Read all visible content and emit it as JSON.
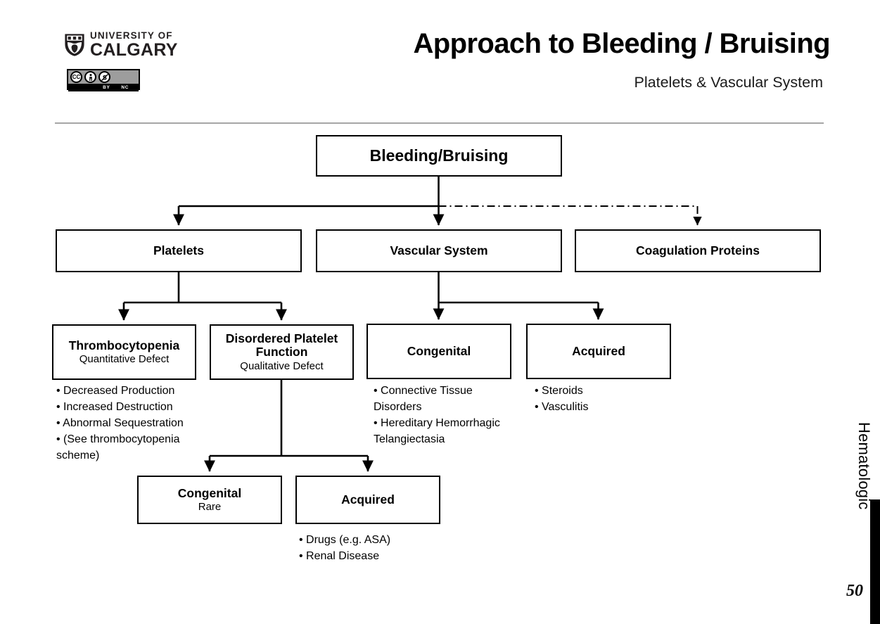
{
  "header": {
    "logo": {
      "institution_line1": "UNIVERSITY OF",
      "institution_line2": "CALGARY",
      "shield_icon": "uofc-shield-icon"
    },
    "license_badge": {
      "cc_mark": "CC",
      "by_label": "BY",
      "nc_label": "NC",
      "person_icon": "cc-by-person-icon",
      "nc_icon": "cc-nc-dollar-slash-icon"
    },
    "title": "Approach to Bleeding / Bruising",
    "subtitle": "Platelets & Vascular System",
    "rule_color": "#a6a6a6"
  },
  "chart_data": {
    "type": "diagram",
    "title": "Approach to Bleeding / Bruising",
    "nodes": [
      {
        "id": "root",
        "title": "Bleeding/Bruising",
        "sub": ""
      },
      {
        "id": "platelets",
        "title": "Platelets",
        "sub": ""
      },
      {
        "id": "vascular",
        "title": "Vascular System",
        "sub": ""
      },
      {
        "id": "coag",
        "title": "Coagulation Proteins",
        "sub": ""
      },
      {
        "id": "thrombo",
        "title": "Thrombocytopenia",
        "sub": "Quantitative Defect"
      },
      {
        "id": "dpf",
        "title": "Disordered Platelet Function",
        "sub": "Qualitative Defect"
      },
      {
        "id": "vasc_cong",
        "title": "Congenital",
        "sub": ""
      },
      {
        "id": "vasc_acq",
        "title": "Acquired",
        "sub": ""
      },
      {
        "id": "plt_cong",
        "title": "Congenital",
        "sub": "Rare"
      },
      {
        "id": "plt_acq",
        "title": "Acquired",
        "sub": ""
      }
    ],
    "edges": [
      {
        "from": "root",
        "to": "platelets",
        "style": "solid"
      },
      {
        "from": "root",
        "to": "vascular",
        "style": "solid"
      },
      {
        "from": "root",
        "to": "coag",
        "style": "dash-dot"
      },
      {
        "from": "platelets",
        "to": "thrombo",
        "style": "solid"
      },
      {
        "from": "platelets",
        "to": "dpf",
        "style": "solid"
      },
      {
        "from": "vascular",
        "to": "vasc_cong",
        "style": "solid"
      },
      {
        "from": "vascular",
        "to": "vasc_acq",
        "style": "solid"
      },
      {
        "from": "dpf",
        "to": "plt_cong",
        "style": "solid"
      },
      {
        "from": "dpf",
        "to": "plt_acq",
        "style": "solid"
      }
    ],
    "bullet_groups": {
      "thrombo": [
        "• Decreased Production",
        "• Increased Destruction",
        "• Abnormal Sequestration",
        "• (See thrombocytopenia scheme)"
      ],
      "vasc_cong": [
        "• Connective Tissue Disorders",
        "• Hereditary Hemorrhagic Telangiectasia"
      ],
      "vasc_acq": [
        "• Steroids",
        "• Vasculitis"
      ],
      "plt_acq": [
        "• Drugs (e.g. ASA)",
        "• Renal Disease"
      ]
    },
    "line_color": "#000000",
    "node_fill": "#ffffff",
    "node_border": "#000000"
  },
  "nodes": {
    "root": {
      "title": "Bleeding/Bruising"
    },
    "platelets": {
      "title": "Platelets"
    },
    "vascular": {
      "title": "Vascular System"
    },
    "coag": {
      "title": "Coagulation Proteins"
    },
    "thrombo": {
      "title": "Thrombocytopenia",
      "sub": "Quantitative Defect"
    },
    "dpf": {
      "title": "Disordered Platelet Function",
      "sub": "Qualitative Defect"
    },
    "vasc_cong": {
      "title": "Congenital"
    },
    "vasc_acq": {
      "title": "Acquired"
    },
    "plt_cong": {
      "title": "Congenital",
      "sub": "Rare"
    },
    "plt_acq": {
      "title": "Acquired"
    }
  },
  "bullets": {
    "thrombo": {
      "b1": "• Decreased Production",
      "b2": "• Increased Destruction",
      "b3": "• Abnormal Sequestration",
      "b4": "• (See thrombocytopenia scheme)"
    },
    "vasc_cong": {
      "b1": "• Connective Tissue Disorders",
      "b2": "• Hereditary Hemorrhagic Telangiectasia"
    },
    "vasc_acq": {
      "b1": "• Steroids",
      "b2": "• Vasculitis"
    },
    "plt_acq": {
      "b1": "• Drugs (e.g. ASA)",
      "b2": "• Renal Disease"
    }
  },
  "footer": {
    "section_label": "Hematologic",
    "page_number": "50"
  }
}
